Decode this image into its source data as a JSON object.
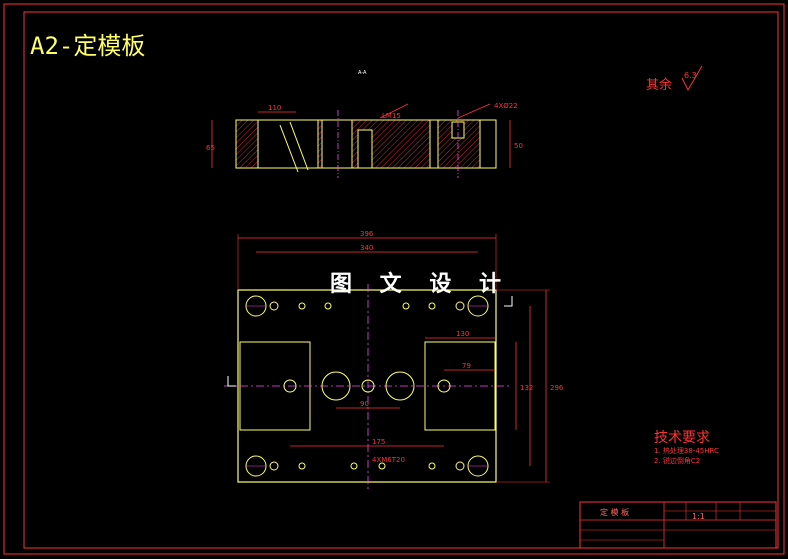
{
  "drawing": {
    "title": "A2-定模板",
    "watermark": "图 文 设 计",
    "roughness_label": "其余",
    "roughness_value": "6.3",
    "section_mark": "A-A",
    "tech_requirements": {
      "title": "技术要求",
      "items": [
        "1. 热处理38-45HRC",
        "2. 锐边倒角C2"
      ]
    },
    "title_block": {
      "part_name": "定 模 板",
      "scale": "1:1"
    },
    "dims": {
      "overall_width": "396",
      "hole_spacing": "340",
      "pocket_width": "130",
      "side_a": "79",
      "center_spacing": "90",
      "lower_dim": "175",
      "hole_note": "4XM6T20",
      "top_width": "110",
      "right_height": "50",
      "thickness": "65",
      "thread_note": "4XØ22",
      "depth_note": "LM15",
      "v_dim_1": "132",
      "v_dim_2": "296"
    },
    "colors": {
      "frame": "#ff3333",
      "geometry": "#ffff66",
      "dimension": "#ff3333",
      "center_line": "#ff44ff",
      "hatch": "#ff3333",
      "section_bg": "#000000"
    }
  }
}
